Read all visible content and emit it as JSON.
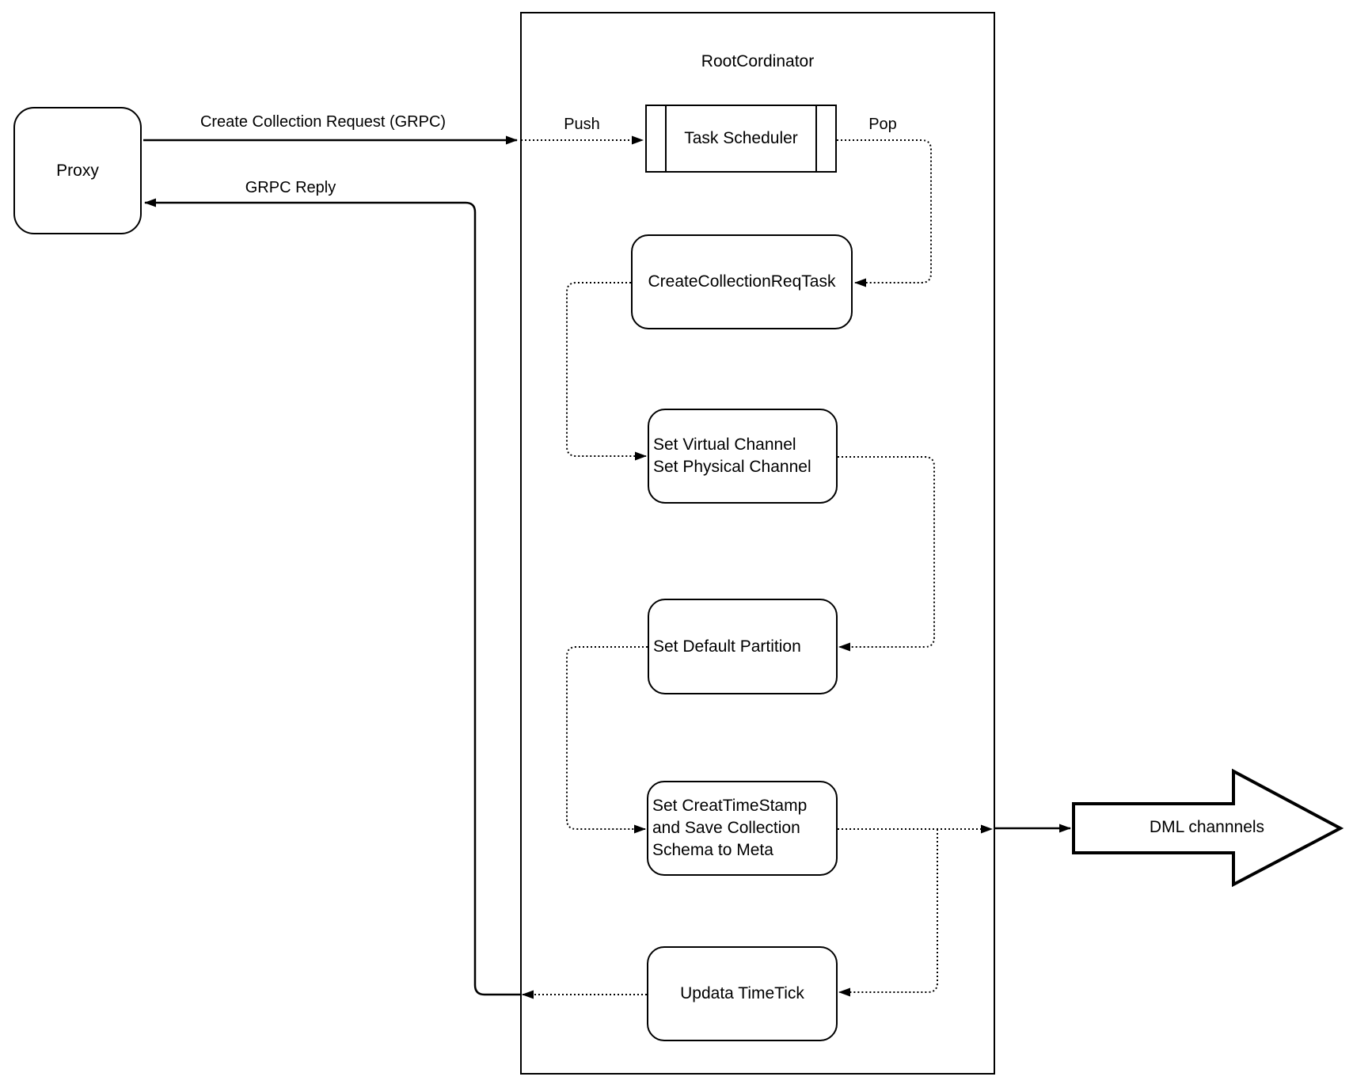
{
  "diagram": {
    "background_color": "#ffffff",
    "stroke_color": "#000000",
    "nodes": {
      "proxy": "Proxy",
      "root_coordinator": "RootCordinator",
      "task_scheduler": "Task Scheduler",
      "create_collection_req_task": "CreateCollectionReqTask",
      "set_channels": "Set Virtual Channel\nSet Physical Channel",
      "set_default_partition": "Set Default Partition",
      "set_creat_timestamp": "Set CreatTimeStamp\nand Save Collection\nSchema to Meta",
      "updata_timetick": "Updata TimeTick",
      "dml_channels": "DML channnels"
    },
    "edges": {
      "create_collection_request": "Create Collection Request (GRPC)",
      "grpc_reply": "GRPC Reply",
      "push": "Push",
      "pop": "Pop"
    }
  }
}
